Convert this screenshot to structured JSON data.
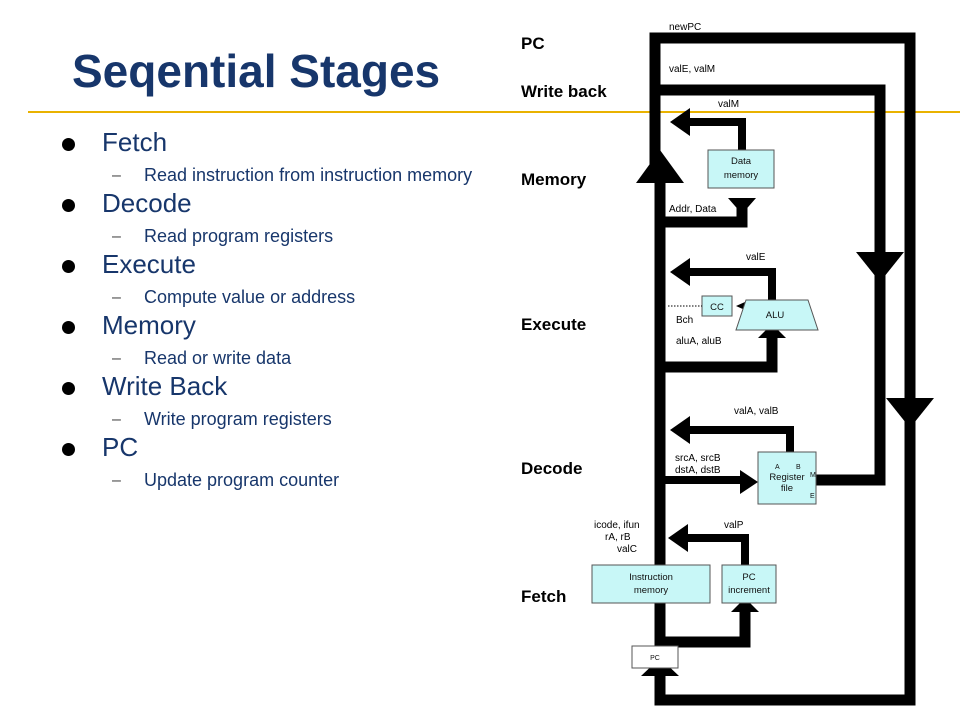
{
  "title": "Seqential Stages",
  "stages": [
    {
      "name": "Fetch",
      "desc": "Read instruction from instruction memory"
    },
    {
      "name": "Decode",
      "desc": "Read program registers"
    },
    {
      "name": "Execute",
      "desc": "Compute value or address"
    },
    {
      "name": "Memory",
      "desc": "Read or write data"
    },
    {
      "name": "Write Back",
      "desc": "Write program registers"
    },
    {
      "name": "PC",
      "desc": "Update program counter"
    }
  ],
  "diagram": {
    "stage_labels": {
      "pc": "PC",
      "writeback": "Write back",
      "memory": "Memory",
      "execute": "Execute",
      "decode": "Decode",
      "fetch": "Fetch"
    },
    "signals": {
      "newpc": "newPC",
      "vale_valm": "valE, valM",
      "valm": "valM",
      "addr_data": "Addr, Data",
      "vale": "valE",
      "bch": "Bch",
      "alua_alub": "aluA, aluB",
      "vala_valb": "valA, valB",
      "srca_srcb": "srcA, srcB",
      "dsta_dstb": "dstA, dstB",
      "icode_ifun": "icode, ifun",
      "ra_rb": "rA, rB",
      "valc": "valC",
      "valp": "valP"
    },
    "blocks": {
      "data_memory_1": "Data",
      "data_memory_2": "memory",
      "cc": "CC",
      "alu": "ALU",
      "register_file_1": "Register",
      "register_file_2": "file",
      "port_a": "A",
      "port_b": "B",
      "port_m": "M",
      "port_e": "E",
      "instruction_memory_1": "Instruction",
      "instruction_memory_2": "memory",
      "pc_increment_1": "PC",
      "pc_increment_2": "increment",
      "pc_register": "PC"
    }
  },
  "colors": {
    "title": "#17366b",
    "rule": "#e9b200",
    "block_fill": "#c8f7f7",
    "bus": "#000000"
  }
}
